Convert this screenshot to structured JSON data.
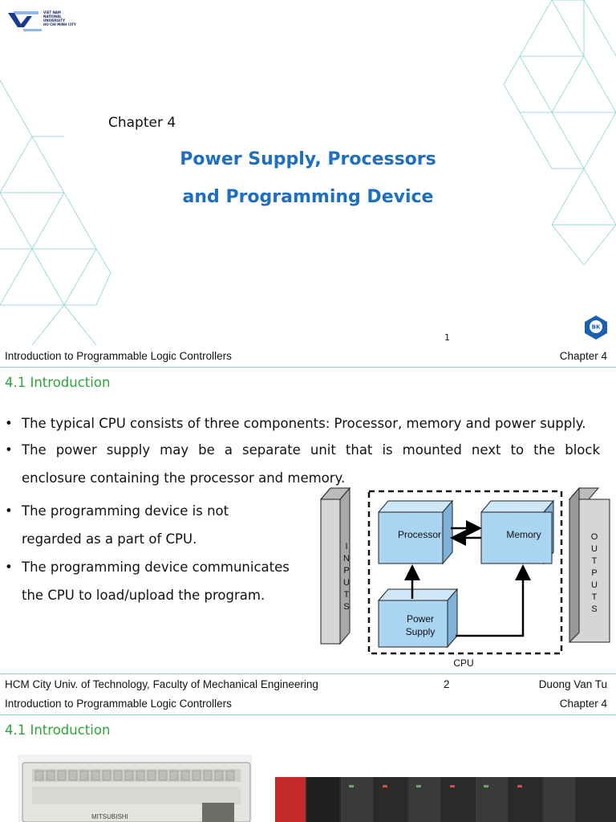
{
  "slide1": {
    "university_logo_text": "VIET NAM\nNATIONAL\nUNIVERSITY\nHO CHI MINH CITY",
    "chapter_label": "Chapter 4",
    "title_line1": "Power Supply, Processors",
    "title_line2": "and Programming Device",
    "page_number": "1",
    "bk_logo_text": "BK"
  },
  "slide2": {
    "header_left": "Introduction to Programmable Logic Controllers",
    "header_right": "Chapter 4",
    "section_title": "4.1 Introduction",
    "bullets": [
      "The typical CPU consists of three components: Processor, memory and power supply.",
      "The power supply may be a separate unit that is mounted next to the block",
      "enclosure containing the processor and memory.",
      "The programming device is not",
      "regarded as a part of CPU.",
      "The programming device communicates",
      "the CPU to load/upload the program."
    ],
    "bullet_symbol": "•",
    "diagram": {
      "inputs_label": [
        "I",
        "N",
        "P",
        "U",
        "T",
        "S"
      ],
      "outputs_label": [
        "O",
        "U",
        "T",
        "P",
        "U",
        "T",
        "S"
      ],
      "processor_label": "Processor",
      "memory_label": "Memory",
      "power_supply_line1": "Power",
      "power_supply_line2": "Supply",
      "cpu_label": "CPU"
    },
    "footer_left": "HCM City Univ. of Technology, Faculty of Mechanical Engineering",
    "footer_center": "2",
    "footer_right": "Duong Van Tu"
  },
  "slide3": {
    "header_left": "Introduction to Programmable Logic Controllers",
    "header_right": "Chapter 4",
    "section_title": "4.1 Introduction",
    "photo_brand_text": "MITSUBISHI"
  },
  "colors": {
    "title_blue": "#1e6fbf",
    "section_green": "#2ea43a",
    "rule_teal": "#8fd3d6",
    "box_blue": "#a9d4f2",
    "pattern_teal": "#9fd8dc"
  }
}
